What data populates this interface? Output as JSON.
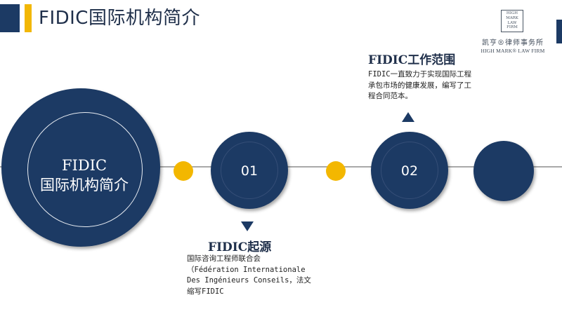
{
  "header": {
    "title": "FIDIC国际机构简介"
  },
  "logo": {
    "box_lines": [
      "HIGH",
      "MARK",
      "LAW",
      "FIRM"
    ],
    "cn_name": "凯亨®律师事务所",
    "en_name": "HIGH MARK® LAW FIRM"
  },
  "main_circle": {
    "line1": "FIDIC",
    "line2": "国际机构简介"
  },
  "steps": [
    {
      "number": "01",
      "title": "FIDIC起源",
      "body": "国际咨询工程师联合会\n（Fédération Internationale\nDes Ingénieurs Conseils，法文\n缩写FIDIC"
    },
    {
      "number": "02",
      "title": "FIDIC工作范围",
      "body": "FIDIC一直致力于实现国际工程承包市场的健康发展，编写了工程合同范本。"
    }
  ],
  "colors": {
    "navy": "#1c3a64",
    "gold": "#f3b700",
    "line": "#a9a9a9"
  }
}
